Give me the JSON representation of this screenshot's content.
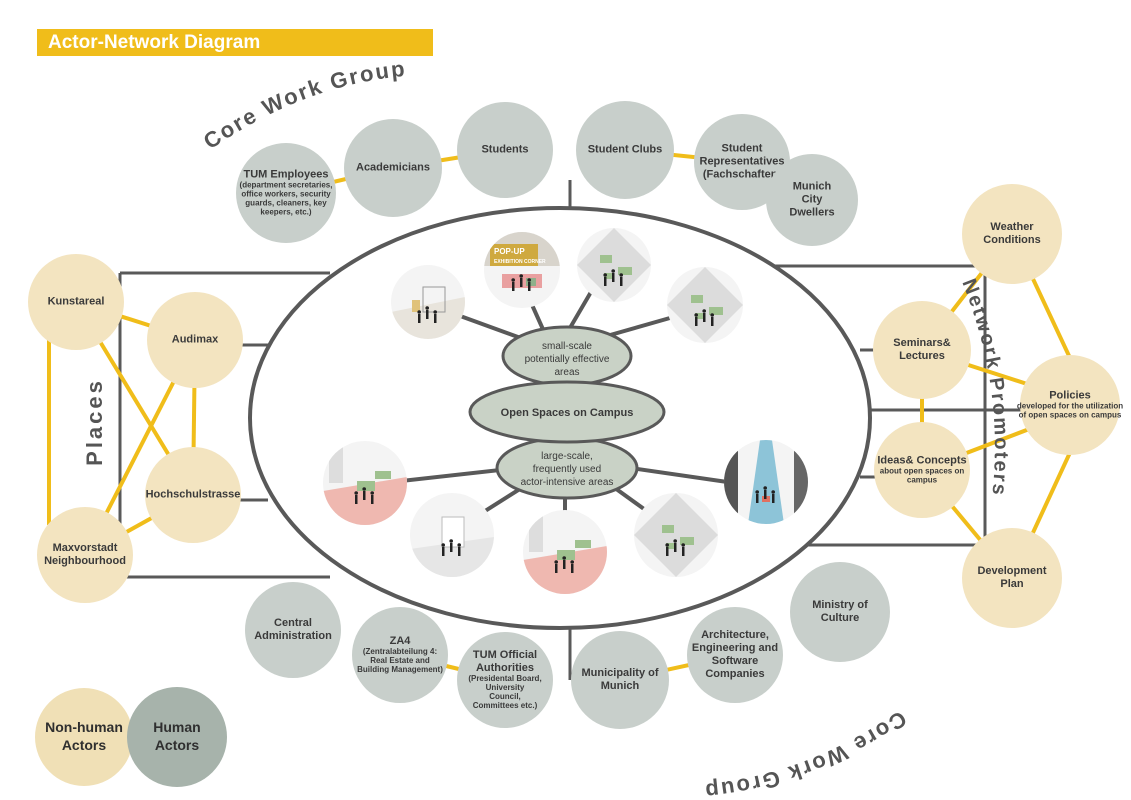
{
  "title": "Actor-Network Diagram",
  "colors": {
    "accent": "#f0bd1a",
    "human": "#c8cfcb",
    "non_human": "#f3e4c0",
    "human_legend": "#a7b3ab",
    "non_human_legend": "#f0e0b6",
    "center": "#c9d2c6",
    "line": "#595959"
  },
  "group_labels": {
    "core_top": "Core Work Group",
    "core_bottom": "Core Work Group",
    "places": "Places",
    "network_promoters": "Network Promoters"
  },
  "center": {
    "small_scale": [
      "small-scale",
      "potentially effective",
      "areas"
    ],
    "main": "Open Spaces on Campus",
    "large_scale": [
      "large-scale,",
      "frequently used",
      "actor-intensive areas"
    ]
  },
  "human_actors_top": [
    {
      "id": "tum-employees",
      "lines": [
        "TUM Employees"
      ],
      "sub": [
        "(department secretaries,",
        "office workers, security",
        "guards, cleaners, key",
        "keepers, etc.)"
      ]
    },
    {
      "id": "academicians",
      "lines": [
        "Academicians"
      ],
      "sub": []
    },
    {
      "id": "students",
      "lines": [
        "Students"
      ],
      "sub": []
    },
    {
      "id": "student-clubs",
      "lines": [
        "Student Clubs"
      ],
      "sub": []
    },
    {
      "id": "student-representatives",
      "lines": [
        "Student",
        "Representatives",
        "(Fachschaften)"
      ],
      "sub": []
    },
    {
      "id": "munich-city-dwellers",
      "lines": [
        "Munich",
        "City",
        "Dwellers"
      ],
      "sub": []
    }
  ],
  "human_actors_bottom": [
    {
      "id": "central-administration",
      "lines": [
        "Central",
        "Administration"
      ],
      "sub": []
    },
    {
      "id": "za4",
      "lines": [
        "ZA4"
      ],
      "sub": [
        "(Zentralabteilung 4:",
        "Real Estate and",
        "Building Management)"
      ]
    },
    {
      "id": "tum-official-authorities",
      "lines": [
        "TUM Official",
        "Authorities"
      ],
      "sub": [
        "(Presidental Board,",
        "University",
        "Council,",
        "Committees etc.)"
      ]
    },
    {
      "id": "municipality-of-munich",
      "lines": [
        "Municipality of",
        "Munich"
      ],
      "sub": []
    },
    {
      "id": "architecture-companies",
      "lines": [
        "Architecture,",
        "Engineering and",
        "Software",
        "Companies"
      ],
      "sub": []
    },
    {
      "id": "ministry-of-culture",
      "lines": [
        "Ministry of",
        "Culture"
      ],
      "sub": []
    }
  ],
  "places": [
    {
      "id": "kunstareal",
      "lines": [
        "Kunstareal"
      ]
    },
    {
      "id": "audimax",
      "lines": [
        "Audimax"
      ]
    },
    {
      "id": "hochschulstrasse",
      "lines": [
        "Hochschulstrasse"
      ]
    },
    {
      "id": "maxvorstadt-neighbourhood",
      "lines": [
        "Maxvorstadt",
        "Neighbourhood"
      ]
    }
  ],
  "network_promoters": [
    {
      "id": "weather-conditions",
      "lines": [
        "Weather",
        "Conditions"
      ],
      "sub": []
    },
    {
      "id": "seminars-lectures",
      "lines": [
        "Seminars&",
        "Lectures"
      ],
      "sub": []
    },
    {
      "id": "policies",
      "lines": [
        "Policies"
      ],
      "sub": [
        "developed for the utilization",
        "of open spaces on campus"
      ]
    },
    {
      "id": "ideas-concepts",
      "lines": [
        "Ideas& Concepts"
      ],
      "sub": [
        "about open spaces on",
        "campus"
      ]
    },
    {
      "id": "development-plan",
      "lines": [
        "Development",
        "Plan"
      ],
      "sub": []
    }
  ],
  "legend": {
    "non_human": [
      "Non-human",
      "Actors"
    ],
    "human": [
      "Human",
      "Actors"
    ]
  },
  "illustration_signs": {
    "popup": [
      "POP-UP",
      "EXHIBITION",
      "CORNER"
    ]
  }
}
